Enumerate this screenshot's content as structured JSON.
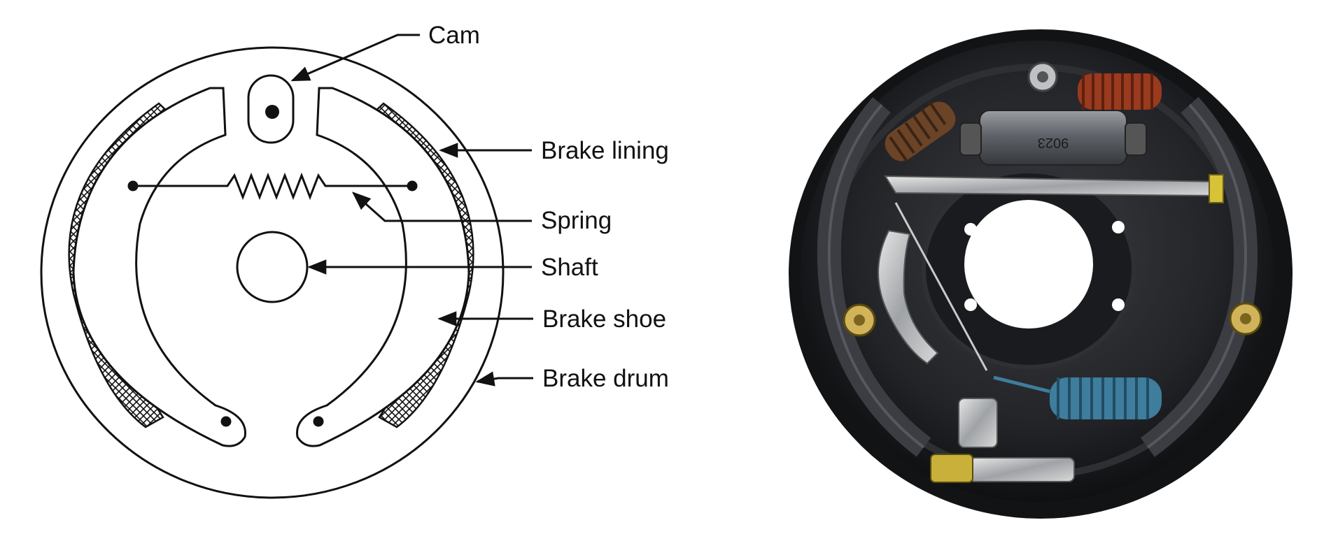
{
  "diagram": {
    "labels": {
      "cam": "Cam",
      "brake_lining": "Brake lining",
      "spring": "Spring",
      "shaft": "Shaft",
      "brake_shoe": "Brake shoe",
      "brake_drum": "Brake drum"
    }
  },
  "photo": {
    "cylinder_marking": "9023"
  },
  "colors": {
    "line": "#111111",
    "photo_plate": "#1c1d20",
    "red_spring": "#9a3a1e",
    "blue_spring": "#3f7d9c"
  }
}
